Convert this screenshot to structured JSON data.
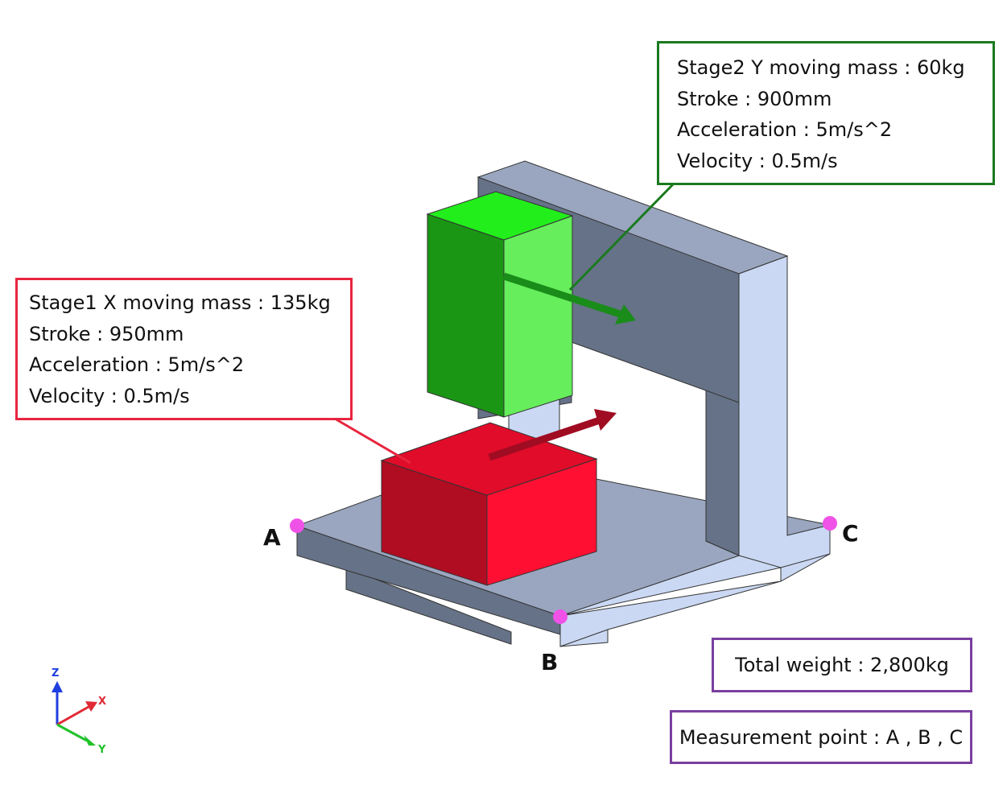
{
  "stage1": {
    "lines": [
      "Stage1 X moving mass : 135kg",
      "Stroke : 950mm",
      "Acceleration : 5m/s^2",
      "Velocity : 0.5m/s"
    ]
  },
  "stage2": {
    "lines": [
      "Stage2 Y moving mass : 60kg",
      "Stroke : 900mm",
      "Acceleration : 5m/s^2",
      "Velocity : 0.5m/s"
    ]
  },
  "total_weight": "Total weight : 2,800kg",
  "measurement_point": "Measurement point : A , B , C",
  "points": {
    "a": "A",
    "b": "B",
    "c": "C"
  },
  "axes": {
    "z": "Z",
    "x": "X",
    "y": "Y"
  },
  "colors": {
    "stage1_accent": "#e8253f",
    "stage2_accent": "#1a7a1f",
    "info_border": "#7a3fa0",
    "base_top": "#9aa6bf",
    "base_side_dark": "#667287",
    "base_side_light": "#cad8f3",
    "measure_point": "#f052e8",
    "axis_z": "#1f3fe0",
    "axis_x": "#e02a36",
    "axis_y": "#22c22a"
  }
}
